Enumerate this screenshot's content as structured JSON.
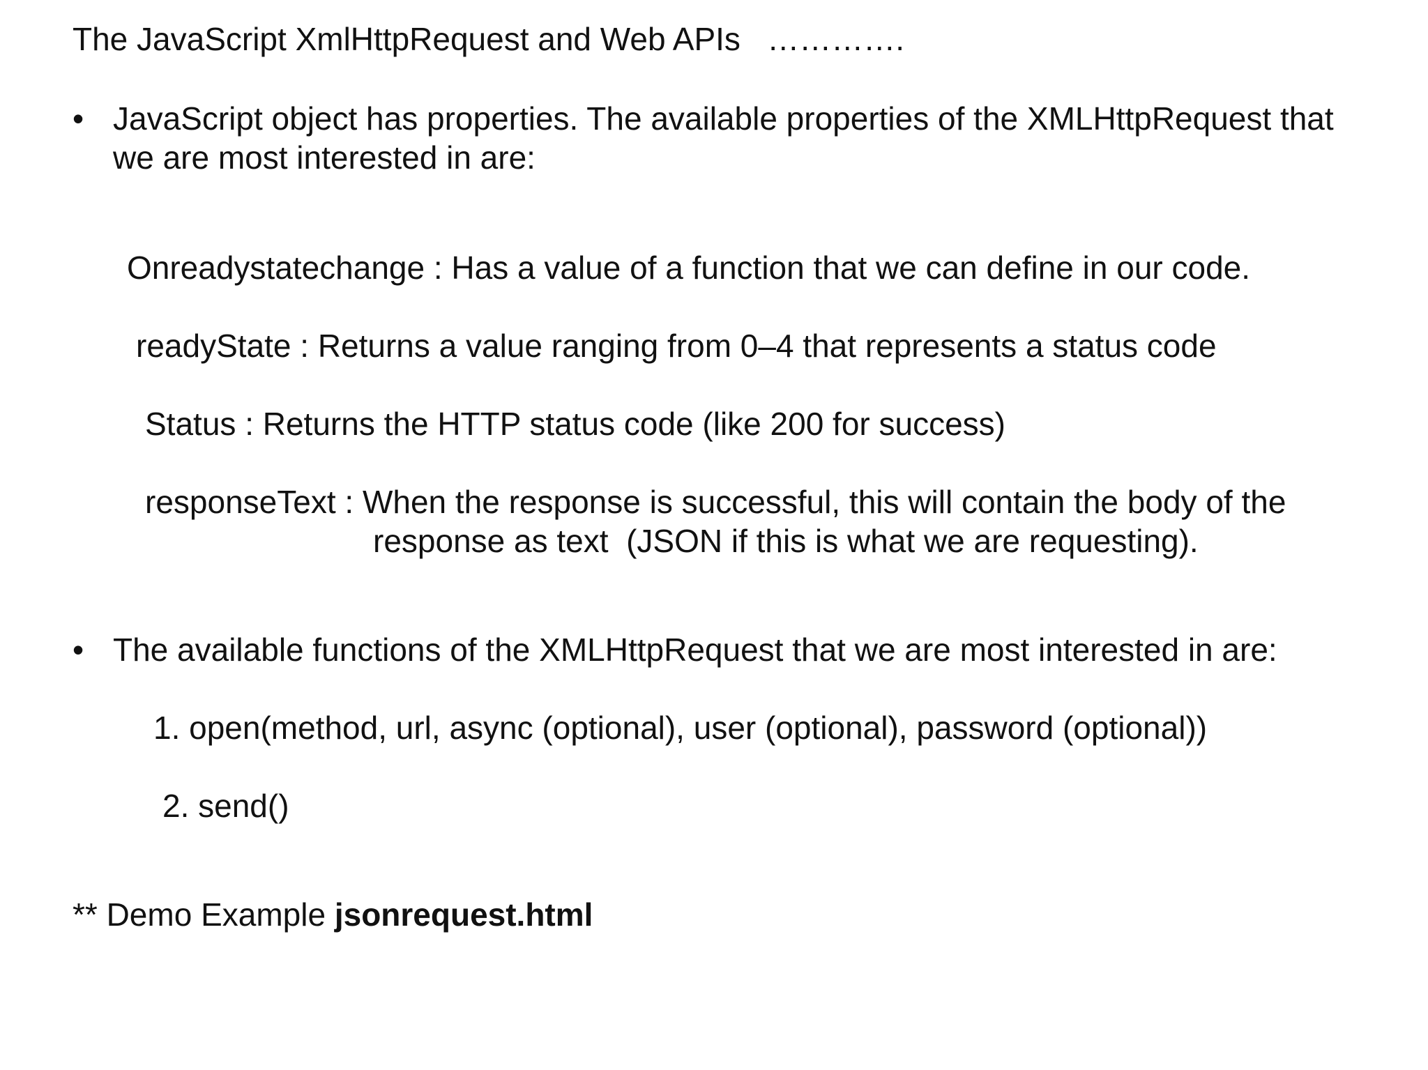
{
  "title": "The JavaScript XmlHttpRequest and Web APIs   ………….",
  "bullet1": {
    "dot": "•",
    "line1": "JavaScript object has properties. The available properties of the XMLHttpRequest that",
    "line2": "we are most interested in are:"
  },
  "properties": [
    {
      "text": "Onreadystatechange : Has a value of a function that we can define in our code."
    },
    {
      "text": "readyState : Returns a value ranging from 0–4 that represents a status code"
    },
    {
      "text": "Status : Returns the HTTP status code (like 200 for success)"
    },
    {
      "line1": "responseText : When the response is successful, this will contain the body of the",
      "line2": "response as text  (JSON if this is what we are requesting)."
    }
  ],
  "bullet2": {
    "dot": "•",
    "text": "The available functions of the XMLHttpRequest that we are most interested in are:"
  },
  "functions": [
    "1. open(method, url, async (optional), user (optional), password (optional))",
    "2. send()"
  ],
  "demo": {
    "prefix": "** Demo Example ",
    "file": "jsonrequest.html"
  }
}
